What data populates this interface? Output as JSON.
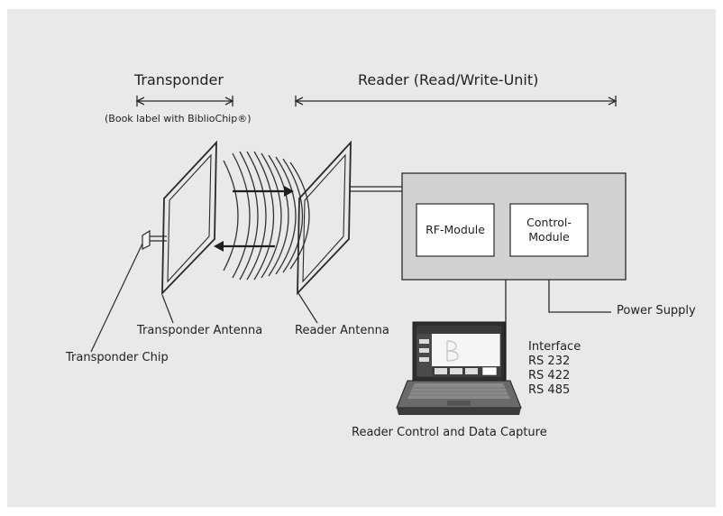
{
  "labels": {
    "transponder": "Transponder",
    "transponder_note": "(Book label with BiblioChip®)",
    "reader": "Reader (Read/Write-Unit)",
    "rf_module": "RF-Module",
    "control_module_line1": "Control-",
    "control_module_line2": "Module",
    "power_supply": "Power Supply",
    "transponder_antenna": "Transponder Antenna",
    "reader_antenna": "Reader Antenna",
    "transponder_chip": "Transponder Chip",
    "interface": [
      "Interface",
      "RS 232",
      "RS 422",
      "RS 485"
    ],
    "reader_control": "Reader Control and Data Capture"
  },
  "icons": [
    "transponder-antenna-icon",
    "reader-antenna-icon",
    "transponder-chip-icon",
    "laptop-icon",
    "radio-wave-icon",
    "arrow-right-icon",
    "arrow-left-icon"
  ],
  "colors": {
    "background": "#e9e9e9",
    "reader_box": "#d2d2d2",
    "module_box": "#ffffff",
    "line": "#2a2a2a",
    "text": "#222222"
  }
}
